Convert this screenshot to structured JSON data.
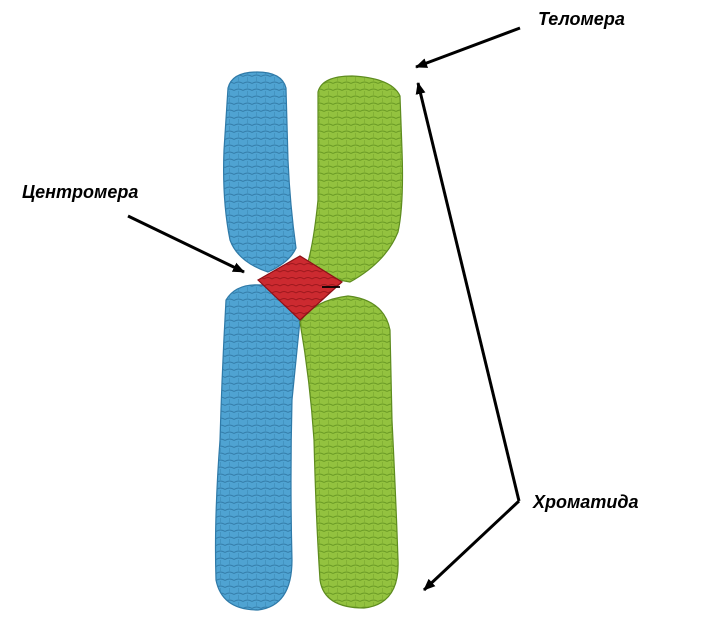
{
  "labels": {
    "telomere": "Теломера",
    "centromere": "Центромера",
    "chromatid": "Хроматида"
  },
  "colors": {
    "chromatid_left": "#4a9fcf",
    "chromatid_left_dark": "#2f7aa8",
    "chromatid_right": "#8bbb3a",
    "chromatid_right_dark": "#5e8c1f",
    "centromere": "#c8232c",
    "centromere_dark": "#8e1017",
    "arrow": "#000000"
  }
}
